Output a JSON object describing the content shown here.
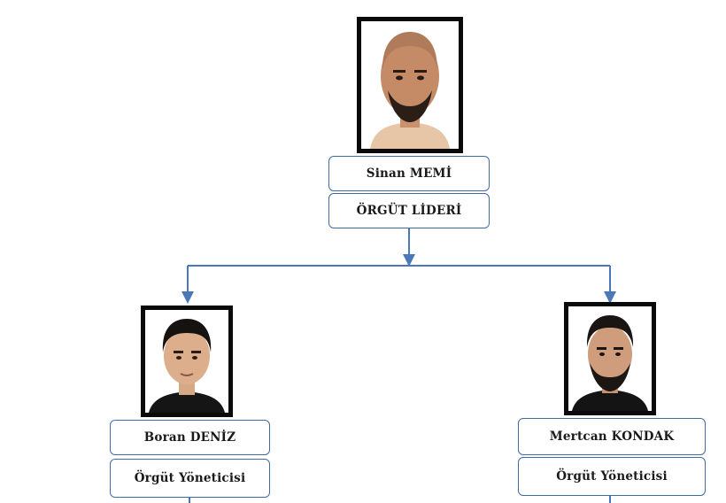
{
  "colors": {
    "connector": "#4a78b8",
    "box_border": "#3f6aa6",
    "photo_frame": "#0a0a0a"
  },
  "nodes": {
    "leader": {
      "name": "Sinan MEMİ",
      "role": "ÖRGÜT LİDERİ"
    },
    "left": {
      "name": "Boran DENİZ",
      "role": "Örgüt Yöneticisi"
    },
    "right": {
      "name": "Mertcan KONDAK",
      "role": "Örgüt Yöneticisi"
    }
  }
}
